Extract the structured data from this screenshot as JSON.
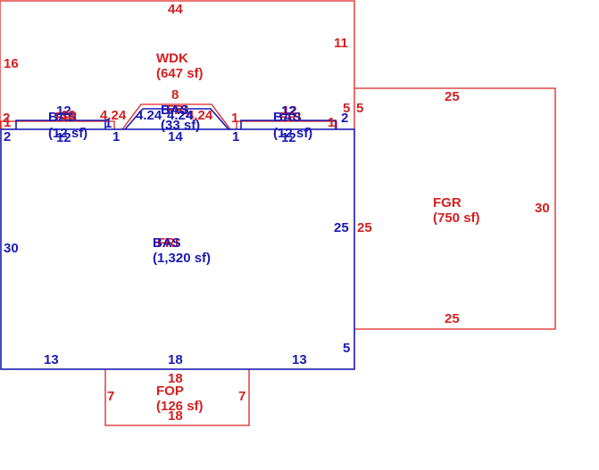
{
  "colors": {
    "red": "#d42020",
    "blue": "#1a1ab4"
  },
  "areas": {
    "wdk": {
      "code": "WDK",
      "area": "(647 sf)"
    },
    "fgr": {
      "code": "FGR",
      "area": "(750 sf)"
    },
    "fop": {
      "code": "FOP",
      "area": "(126 sf)"
    },
    "bas_main": {
      "code": "BAS",
      "area": "(1,320 sf)"
    },
    "bas_main_overlap": {
      "code": "FRI"
    },
    "bas_left": {
      "code": "BAS",
      "area": "(12 sf)"
    },
    "bas_left_overlap": {
      "code": "FRI"
    },
    "bas_center": {
      "code": "BAS",
      "area": "(33 sf)"
    },
    "bas_center_overlap": {
      "code": "FRI"
    },
    "bas_right": {
      "code": "BAS",
      "area": "(12 sf)"
    },
    "bas_right_overlap": {
      "code": "FRI"
    }
  },
  "dimensions": {
    "wdk_top": "44",
    "wdk_left": "16",
    "wdk_right": "11",
    "wdk_center": "8",
    "wdk_5": "5",
    "wdk_4_24_a": "4.24",
    "wdk_4_24_b": "4.24",
    "wdk_2": "2",
    "wdk_1_a": "1",
    "wdk_1_b": "1",
    "wdk_1_c": "1",
    "wdk_12_a": "12",
    "wdk_12_b": "12",
    "bas_left_2": "2",
    "bas_left_12_top": "12",
    "bas_left_12_bottom": "12",
    "bas_left_1_a": "1",
    "bas_left_1_b": "1",
    "bas_center_4_24_a": "4.24",
    "bas_center_4_24_b": "4.24",
    "bas_center_14": "14",
    "bas_right_12_top": "12",
    "bas_right_12_bottom": "12",
    "bas_right_1": "1",
    "bas_right_2": "2",
    "bas_left_30": "30",
    "bas_right_25": "25",
    "bas_right_5": "5",
    "bas_bottom_13_a": "13",
    "bas_bottom_18": "18",
    "bas_bottom_13_b": "13",
    "fgr_top": "25",
    "fgr_bottom": "25",
    "fgr_right": "30",
    "fgr_left": "25",
    "fgr_5": "5",
    "fop_top": "18",
    "fop_bottom": "18",
    "fop_left": "7",
    "fop_right": "7"
  }
}
